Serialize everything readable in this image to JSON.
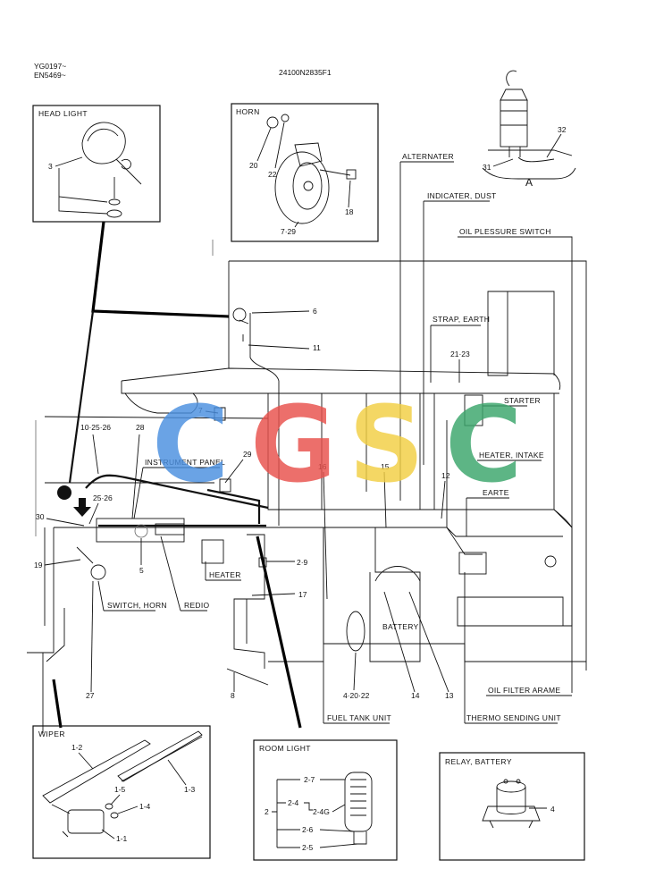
{
  "header": {
    "serial_1": "YG0197~",
    "serial_2": "EN5469~",
    "part_code": "24100N2835F1"
  },
  "watermark": {
    "letters": [
      "C",
      "G",
      "S",
      "C"
    ],
    "colors": [
      "#4a8fe0",
      "#e8504b",
      "#f2cf43",
      "#3aa66b"
    ]
  },
  "boxes": {
    "head_light": "HEAD LIGHT",
    "horn": "HORN",
    "wiper": "WIPER",
    "room_light": "ROOM LIGHT",
    "relay_battery": "RELAY, BATTERY"
  },
  "labels": {
    "alternater": "ALTERNATER",
    "indicater_dust": "INDICATER, DUST",
    "oil_pressure_switch": "OIL PLESSURE SWITCH",
    "strap_earth": "STRAP, EARTH",
    "starter": "STARTER",
    "heater_intake": "HEATER, INTAKE",
    "earte": "EARTE",
    "instrument_panel": "INSTRUMENT PANEL",
    "heater": "HEATER",
    "switch_horn": "SWITCH, HORN",
    "redio": "REDIO",
    "battery": "BATTERY",
    "fuel_tank_unit": "FUEL TANK UNIT",
    "oil_filter_arame": "OIL FILTER ARAME",
    "thermo_sending_unit": "THERMO SENDING UNIT",
    "view_a_detail": "A",
    "view_a_arrow": "A"
  },
  "callouts": {
    "c3": "3",
    "c20": "20",
    "c22": "22",
    "c18": "18",
    "c729": "7·29",
    "c32": "32",
    "c31": "31",
    "c6": "6",
    "c11": "11",
    "c2123": "21·23",
    "c7": "7",
    "c102526": "10·25·26",
    "c28": "28",
    "c29": "29",
    "c16": "16",
    "c15": "15",
    "c12": "12",
    "c2526": "25·26",
    "c30": "30",
    "c19": "19",
    "c5": "5",
    "c29b": "2·9",
    "c17": "17",
    "c27": "27",
    "c8": "8",
    "c42022": "4·20·22",
    "c14": "14",
    "c13": "13",
    "c12w": "1-2",
    "c15w": "1-5",
    "c14w": "1-4",
    "c13w": "1-3",
    "c11w": "1-1",
    "c27r": "2-7",
    "c24r": "2-4",
    "c24g": "2-4G",
    "c26r": "2-6",
    "c25r": "2-5",
    "c2r": "2",
    "c4r": "4"
  }
}
